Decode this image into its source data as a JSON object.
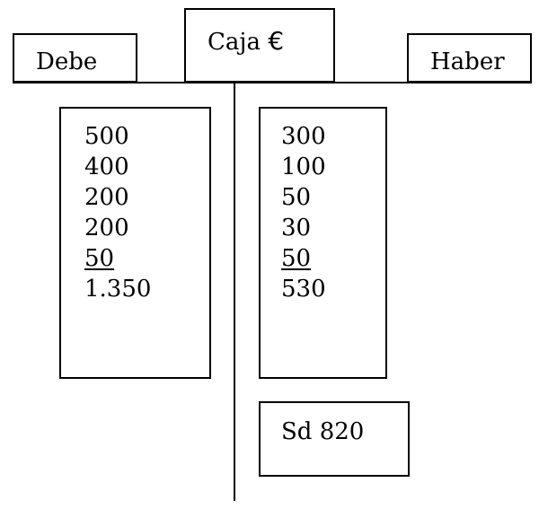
{
  "account": {
    "title": "Caja",
    "currency": "€"
  },
  "debit": {
    "header": "Debe",
    "entries": [
      "500",
      "400",
      "200",
      "200",
      "50"
    ],
    "total": "1.350"
  },
  "credit": {
    "header": "Haber",
    "entries": [
      "300",
      "100",
      "50",
      "30",
      "50"
    ],
    "total": "530"
  },
  "balance": {
    "text": "Sd 820"
  }
}
